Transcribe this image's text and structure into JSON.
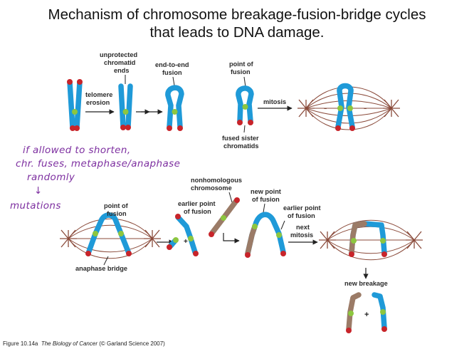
{
  "title": {
    "line1": "Mechanism of chromosome breakage-fusion-bridge cycles",
    "line2": "that leads to DNA damage."
  },
  "labels": {
    "unprotected": [
      "unprotected",
      "chromatid",
      "ends"
    ],
    "telomere_erosion": [
      "telomere",
      "erosion"
    ],
    "end_to_end_fusion": [
      "end-to-end",
      "fusion"
    ],
    "point_of_fusion_top": [
      "point of",
      "fusion"
    ],
    "mitosis": "mitosis",
    "fused_sister": [
      "fused sister",
      "chromatids"
    ],
    "point_of_fusion_bottom": [
      "point of",
      "fusion"
    ],
    "anaphase_bridge": "anaphase bridge",
    "nonhomologous": [
      "nonhomologous",
      "chromosome"
    ],
    "earlier_point_1": [
      "earlier point",
      "of fusion"
    ],
    "new_point": [
      "new point",
      "of fusion"
    ],
    "earlier_point_2": [
      "earlier point",
      "of fusion"
    ],
    "next_mitosis": [
      "next",
      "mitosis"
    ],
    "new_breakage": "new breakage",
    "plus": "+"
  },
  "handwriting": [
    "if allowed to shorten,",
    "chr. fuses, metaphase/anaphase",
    "randomly",
    "↓",
    "mutations"
  ],
  "caption": {
    "prefix": "Figure 10.14a",
    "book": "The Biology of Cancer",
    "suffix": "(© Garland Science 2007)"
  },
  "colors": {
    "chromatid": "#1f9ad8",
    "telomere": "#c8242a",
    "centromere": "#8dc63f",
    "nonhomologous": "#9b7b67",
    "spindle": "#8a4a3a",
    "handwriting": "#7d2fa0"
  }
}
